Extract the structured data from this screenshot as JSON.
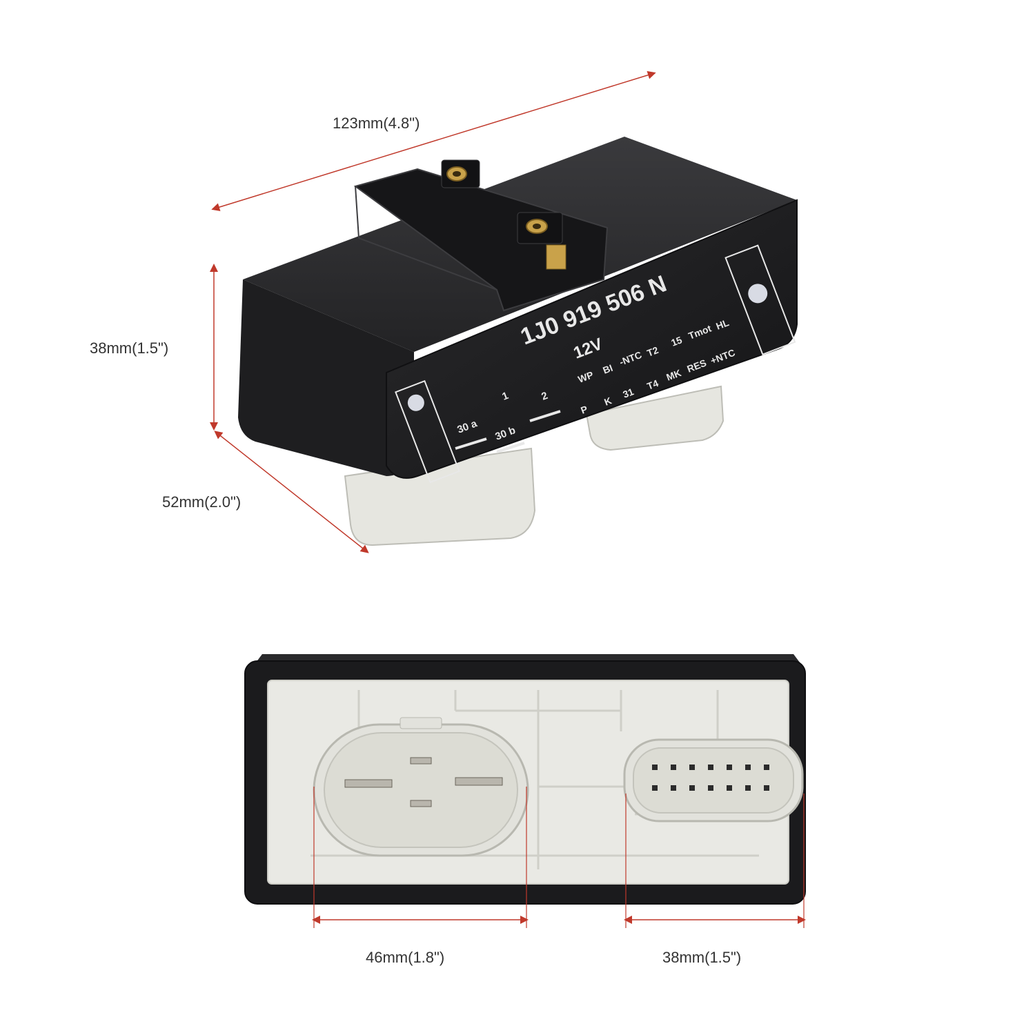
{
  "dimensions": {
    "length": "123mm(4.8\")",
    "height": "38mm(1.5\")",
    "depth": "52mm(2.0\")",
    "large_plug_width": "46mm(1.8\")",
    "small_plug_width": "38mm(1.5\")"
  },
  "module_print": {
    "part_number": "1J0 919 506 N",
    "voltage": "12V",
    "top_row": [
      "WP",
      "BI",
      "-NTC",
      "T2",
      "15",
      "Tmot",
      "HL"
    ],
    "bottom_row": [
      "P",
      "K",
      "31",
      "T4",
      "MK",
      "RES",
      "+NTC"
    ],
    "power_labels": [
      "1",
      "2",
      "30 a",
      "30 b"
    ]
  },
  "colors": {
    "housing": "#1b1b1d",
    "connector": "#e6e6e0",
    "brass": "#c9a24a",
    "dimension_line": "#c0392b"
  }
}
